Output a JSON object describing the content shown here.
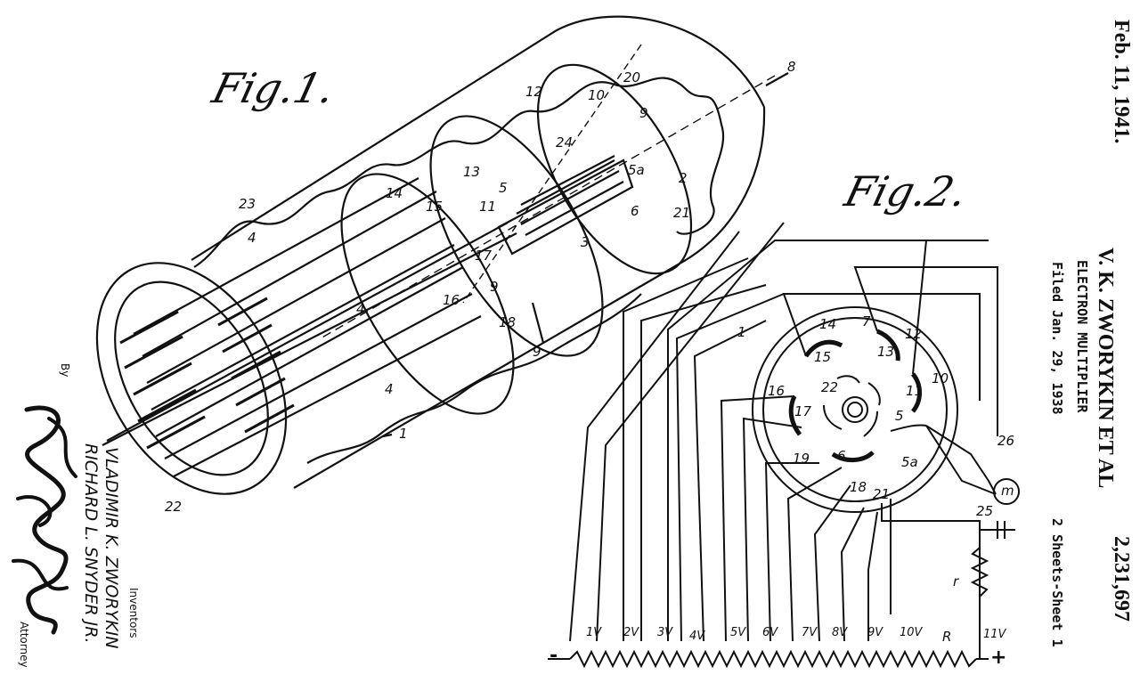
{
  "patent": {
    "date": "Feb. 11, 1941.",
    "inventor_header": "V. K. ZWORYKIN ET AL",
    "title": "ELECTRON MULTIPLIER",
    "filed": "Filed Jan. 29, 1938",
    "sheets": "2 Sheets-Sheet 1",
    "number": "2,231,697"
  },
  "inventors": {
    "inventors_label": "Inventors",
    "name1": "VLADIMIR K. ZWORYKIN",
    "name2": "RICHARD L. SNYDER JR.",
    "by_label": "By",
    "attorney_label": "Attorney"
  },
  "fig1": {
    "label": "Fig.1.",
    "refs": [
      "1",
      "2",
      "3",
      "4",
      "4",
      "4",
      "5",
      "5a",
      "6",
      "8",
      "9",
      "9",
      "9",
      "10",
      "11",
      "12",
      "13",
      "14",
      "15",
      "16",
      "17",
      "18",
      "20",
      "21",
      "22",
      "23",
      "24"
    ]
  },
  "fig2": {
    "label": "Fig.2.",
    "refs": [
      "1",
      "5",
      "5a",
      "6",
      "7",
      "10",
      "11",
      "12",
      "13",
      "14",
      "15",
      "16",
      "17",
      "18",
      "19",
      "21",
      "22",
      "25",
      "26"
    ],
    "meter_symbol": "m",
    "resistor_r": "r",
    "resistor_R": "R",
    "minus": "-",
    "plus": "+",
    "voltages": [
      "1V",
      "2V",
      "3V",
      "4V",
      "5V",
      "6V",
      "7V",
      "8V",
      "9V",
      "10V",
      "11V"
    ]
  }
}
